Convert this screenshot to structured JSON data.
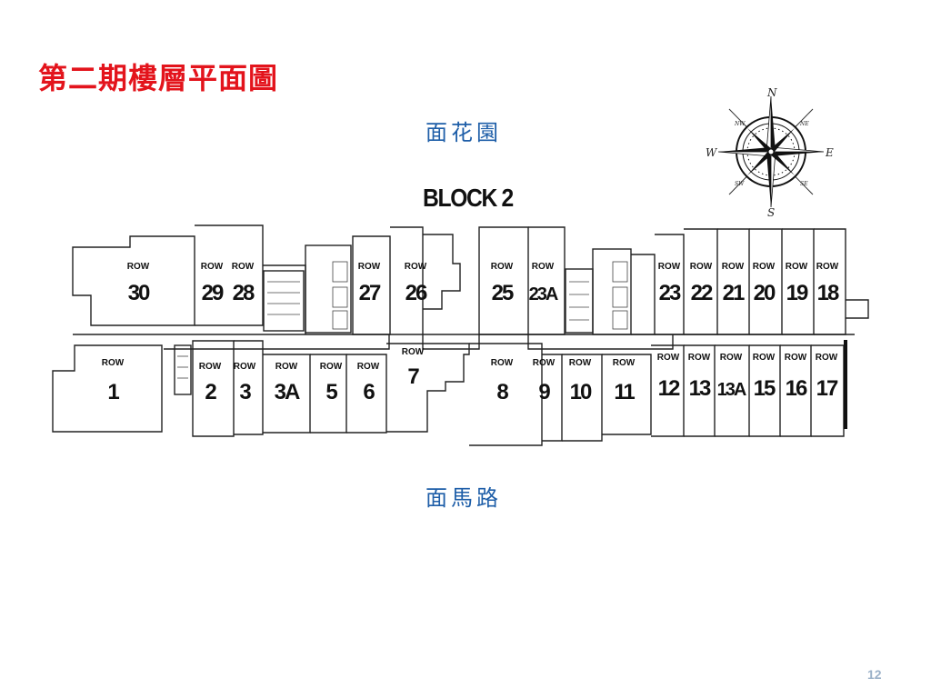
{
  "title": "第二期樓層平面圖",
  "north_label": "面花園",
  "south_label": "面馬路",
  "block_title": "BLOCK 2",
  "page_number": "12",
  "compass": {
    "n": "N",
    "s": "S",
    "e": "E",
    "w": "W",
    "ne": "NE",
    "nw": "NW",
    "se": "SE",
    "sw": "SW"
  },
  "row_word": "ROW",
  "top_rows": [
    "30",
    "29",
    "28",
    "27",
    "26",
    "25",
    "23A",
    "23",
    "22",
    "21",
    "20",
    "19",
    "18"
  ],
  "bottom_rows": [
    "1",
    "2",
    "3",
    "3A",
    "5",
    "6",
    "7",
    "8",
    "9",
    "10",
    "11",
    "12",
    "13",
    "13A",
    "15",
    "16",
    "17"
  ],
  "colors": {
    "title": "#e3141c",
    "labels": "#1e5ea8",
    "page_number": "#9ab0c8",
    "lines": "#222222"
  }
}
